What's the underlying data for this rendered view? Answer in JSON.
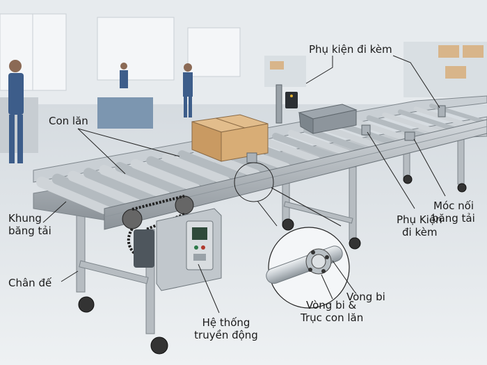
{
  "labels": {
    "phu_kien_top": "Phụ kiện đi kèm",
    "con_lan": "Con lăn",
    "khung_1": "Khung",
    "khung_2": "băng tải",
    "chan_de": "Chân đế",
    "he_thong_1": "Hệ thống",
    "he_thong_2": "truyền động",
    "vong_bi_truc_1": "Vòng bi &",
    "vong_bi_truc_2": "Trục con lăn",
    "vong_bi": "Vòng bi",
    "phu_kien_mid_1": "Phụ Kiện",
    "phu_kien_mid_2": "đi kèm",
    "moc_noi_1": "Móc nối",
    "moc_noi_2": "băng tải"
  },
  "colors": {
    "frame": "#a9b0b6",
    "roller": "#c6ccd1",
    "box": "#d2a877",
    "leader": "#222222"
  }
}
